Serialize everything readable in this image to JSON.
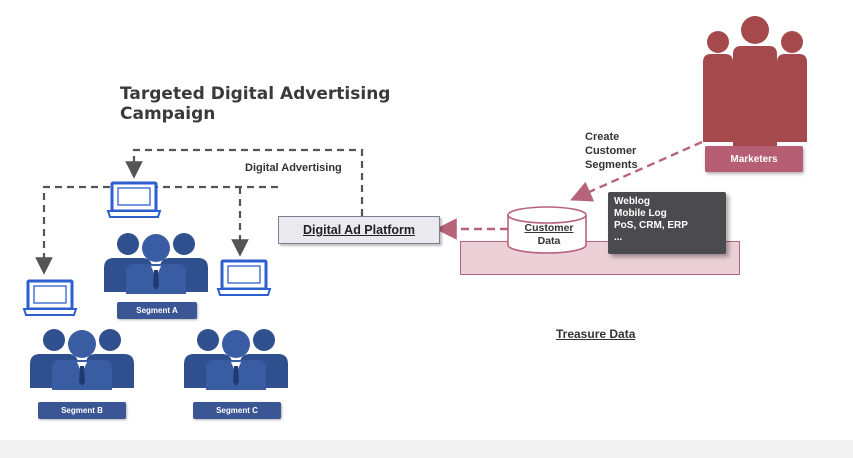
{
  "title": "Targeted Digital Advertising Campaign",
  "digital_advertising_label": "Digital Advertising",
  "digital_ad_platform_label": "Digital Ad Platform",
  "segments": [
    {
      "label": "Segment A"
    },
    {
      "label": "Segment B"
    },
    {
      "label": "Segment C"
    }
  ],
  "marketers_label": "Marketers",
  "create_segments_lines": [
    "Create",
    "Customer",
    "Segments"
  ],
  "customer_data_lines": [
    "Customer",
    "Data"
  ],
  "data_sources": [
    "Weblog",
    "Mobile Log",
    "PoS, CRM, ERP",
    "..."
  ],
  "treasure_data_label": "Treasure Data",
  "colors": {
    "segment_blue": "#3b5694",
    "monitor_blue": "#2e5fd1",
    "marketer_red": "#a5494c",
    "marketer_label": "#b55e74",
    "platform_pink": "#ecd0d8",
    "arrow_red": "#b7647a",
    "arrow_gray": "#555555"
  },
  "icons": [
    "monitor-icon",
    "people-group-icon",
    "database-cylinder-icon",
    "marketers-group-icon"
  ]
}
